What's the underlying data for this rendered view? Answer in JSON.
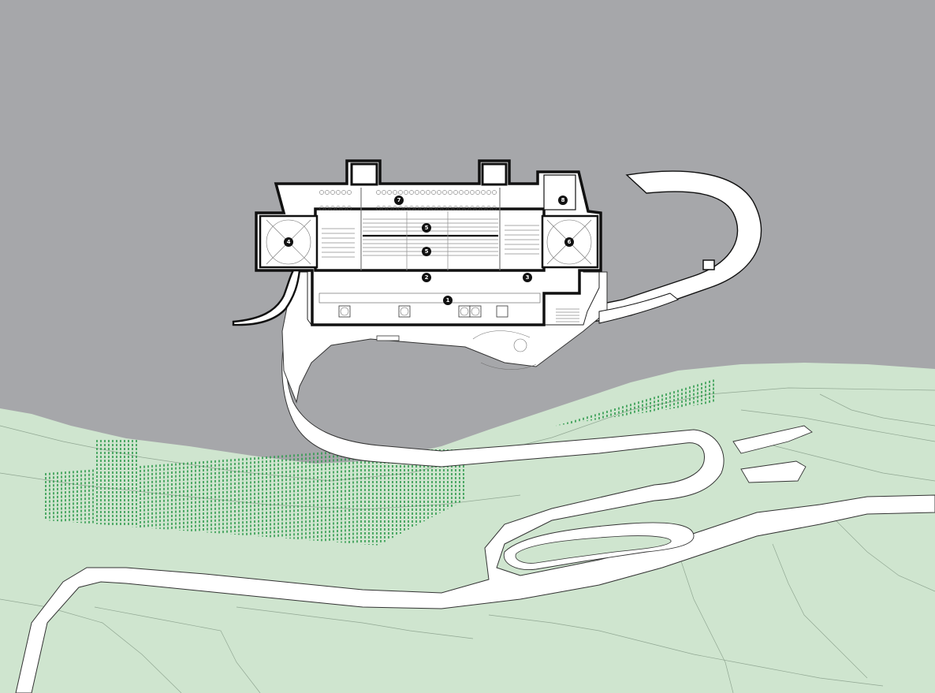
{
  "colors": {
    "water": "#a6a7aa",
    "land": "#cfe5cf",
    "road": "#ffffff",
    "building_outline": "#111111",
    "vineyard": "#2f9a4d",
    "marker_fill": "#111111",
    "marker_text": "#ffffff"
  },
  "markers": [
    {
      "id": "m1",
      "label": "1"
    },
    {
      "id": "m2",
      "label": "2"
    },
    {
      "id": "m3",
      "label": "3"
    },
    {
      "id": "m4",
      "label": "4"
    },
    {
      "id": "m5a",
      "label": "5"
    },
    {
      "id": "m5b",
      "label": "5"
    },
    {
      "id": "m6",
      "label": "6"
    },
    {
      "id": "m7",
      "label": "7"
    },
    {
      "id": "m8",
      "label": "8"
    }
  ]
}
